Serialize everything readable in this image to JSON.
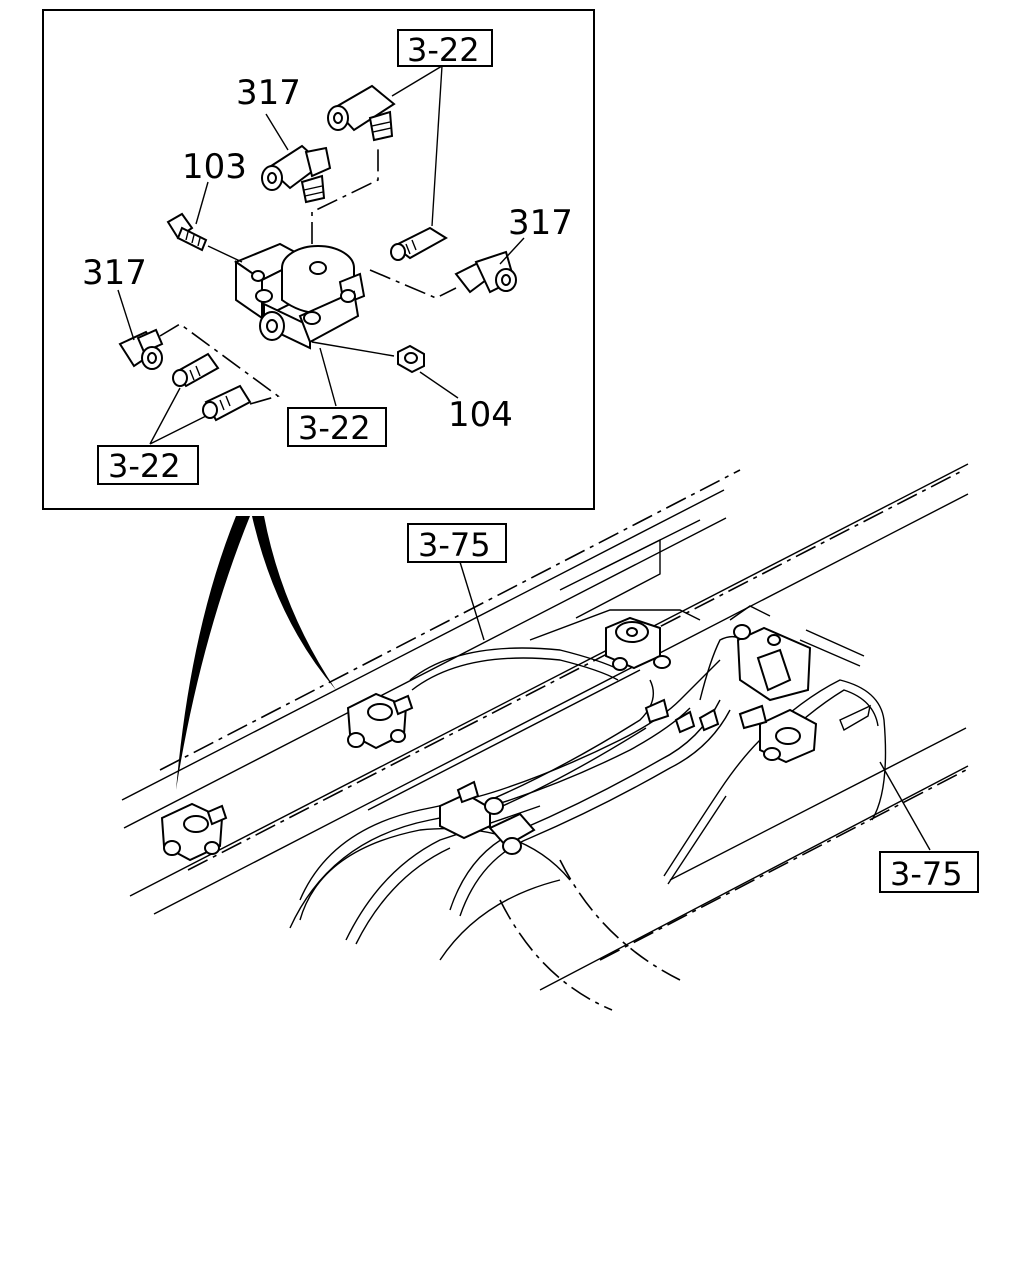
{
  "callouts": {
    "c317_top": "317",
    "c103": "103",
    "c317_right": "317",
    "c317_left": "317",
    "c104": "104"
  },
  "refs": {
    "r3_22_top": "3-22",
    "r3_22_mid": "3-22",
    "r3_22_bottom": "3-22",
    "r3_75_upper": "3-75",
    "r3_75_lower": "3-75"
  }
}
